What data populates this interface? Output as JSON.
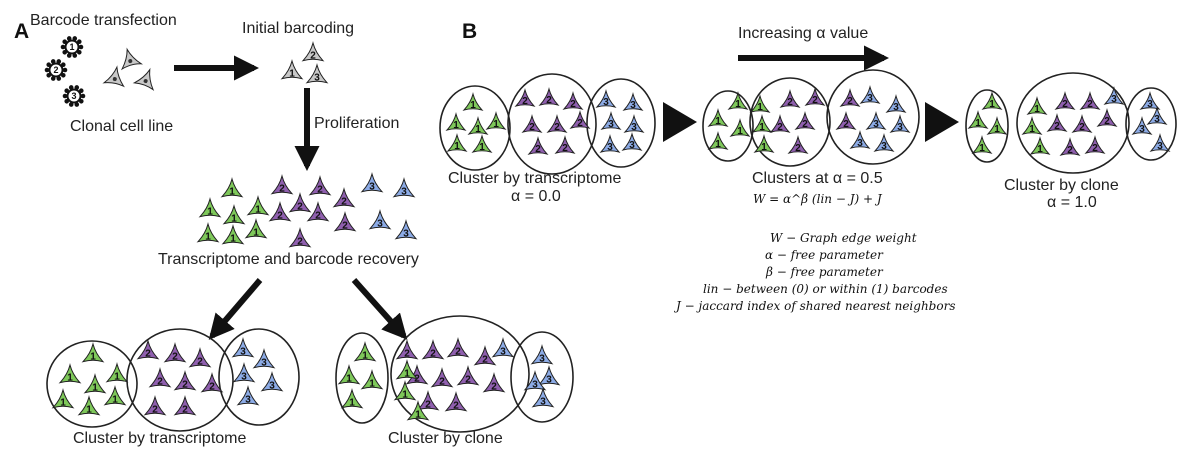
{
  "colors": {
    "green": "#7ec85a",
    "purple": "#8f5fae",
    "blue": "#8cabe6",
    "grey": "#c8c8c8",
    "outline": "#222222"
  },
  "panel_a": {
    "letter": "A",
    "barcode_transfection": "Barcode transfection",
    "clonal_cell_line": "Clonal cell line",
    "initial_barcoding": "Initial barcoding",
    "proliferation": "Proliferation",
    "recovery": "Transcriptome and barcode recovery",
    "cluster_transcriptome": "Cluster by transcriptome",
    "cluster_clone": "Cluster by clone",
    "barcode_numbers": [
      "1",
      "2",
      "3"
    ]
  },
  "panel_b": {
    "letter": "B",
    "increasing_alpha": "Increasing α value",
    "left_title": "Cluster by transcriptome",
    "left_alpha": "α = 0.0",
    "mid_title": "Clusters at α = 0.5",
    "mid_formula": "W = α^β (lin − J) + J",
    "right_title": "Cluster by clone",
    "right_alpha": "α = 1.0",
    "legend": [
      "W − Graph edge weight",
      "α  − free parameter",
      "β − free parameter",
      "lin −  between (0) or within (1) barcodes",
      "J − jaccard index of shared nearest neighbors"
    ]
  }
}
